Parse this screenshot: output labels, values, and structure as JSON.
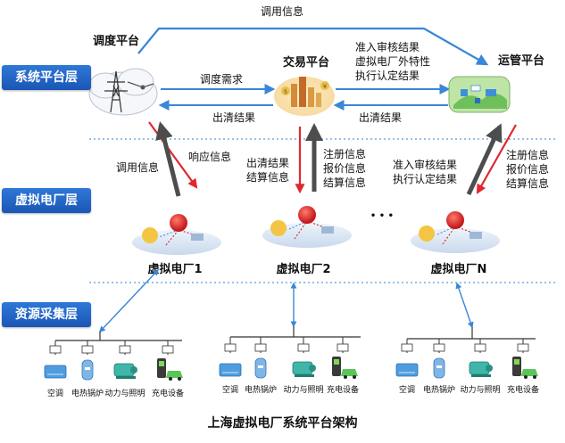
{
  "layers": {
    "system": "系统平台层",
    "vpp": "虚拟电厂层",
    "resource": "资源采集层"
  },
  "platforms": {
    "dispatch": "调度平台",
    "trading": "交易平台",
    "operation": "运管平台"
  },
  "flows": {
    "dispatch_info_top": "调用信息",
    "dispatch_demand": "调度需求",
    "clearing_result_left": "出清结果",
    "clearing_result_right": "出清结果",
    "trade_to_ops": [
      "准入审核结果",
      "虚拟电厂外特性",
      "执行认定结果"
    ],
    "call_info_down": "调用信息",
    "response_info_up": "响应信息",
    "trade_down": [
      "出清结果",
      "结算信息"
    ],
    "trade_up": [
      "注册信息",
      "报价信息",
      "结算信息"
    ],
    "ops_down": [
      "准入审核结果",
      "执行认定结果"
    ],
    "ops_up": [
      "注册信息",
      "报价信息",
      "结算信息"
    ]
  },
  "vpps": [
    "虚拟电厂1",
    "虚拟电厂2",
    "虚拟电厂N"
  ],
  "ellipsis": "• • •",
  "devices": [
    "空调",
    "电热锅炉",
    "动力与照明",
    "充电设备"
  ],
  "caption": "上海虚拟电厂系统平台架构",
  "colors": {
    "blue_arrow": "#3a86d8",
    "red_arrow": "#e0282e",
    "gray_arrow": "#4d4d4d",
    "layer_tag": "#2267c6",
    "dotted": "#5b9bd5"
  }
}
